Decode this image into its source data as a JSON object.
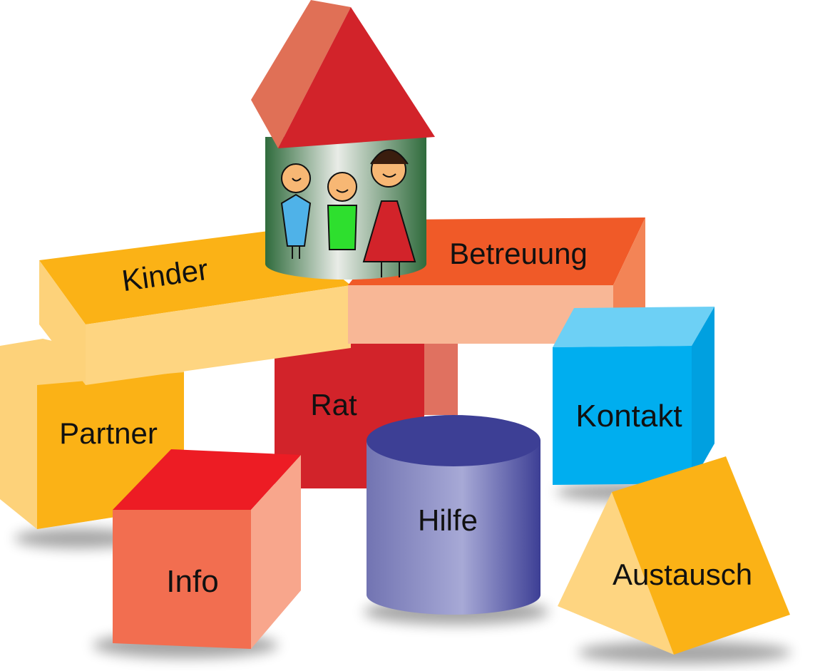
{
  "blocks": {
    "kinder": "Kinder",
    "betreuung": "Betreuung",
    "partner": "Partner",
    "rat": "Rat",
    "kontakt": "Kontakt",
    "hilfe": "Hilfe",
    "info": "Info",
    "austausch": "Austausch"
  },
  "colors": {
    "red": "#d2232a",
    "orange": "#f05a28",
    "yellow": "#fbb216",
    "blue": "#00aeef",
    "purple": "#8a8cc4",
    "salmon": "#f26e50"
  },
  "illustration": "family-drawing-icon"
}
